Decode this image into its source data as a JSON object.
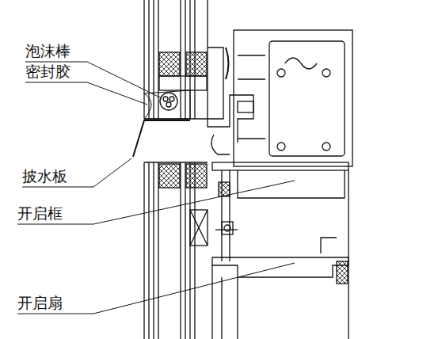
{
  "diagram": {
    "labels": [
      "泡沫棒",
      "密封胶",
      "披水板",
      "开启框",
      "开启扇"
    ]
  }
}
